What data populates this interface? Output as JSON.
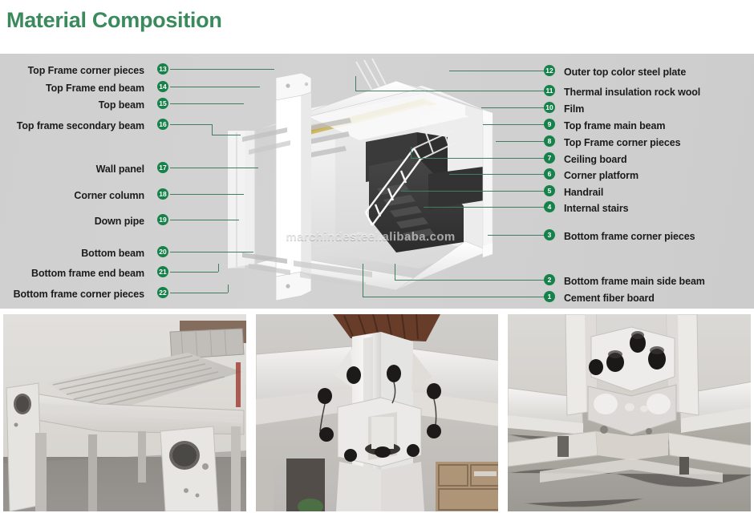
{
  "header": {
    "title": "Material Composition",
    "title_color": "#3a8a5d"
  },
  "diagram": {
    "panel_bg": "#d0d0d0",
    "badge_color": "#17814a",
    "leader_color": "#3f7f5f",
    "watermark": "marchindesteel.alibaba.com",
    "illustration_name": "container-house-cutaway-3d",
    "left_labels": [
      {
        "num": "13",
        "text": "Top Frame corner pieces"
      },
      {
        "num": "14",
        "text": "Top Frame end beam"
      },
      {
        "num": "15",
        "text": "Top beam"
      },
      {
        "num": "16",
        "text": "Top frame secondary beam"
      },
      {
        "num": "17",
        "text": "Wall panel"
      },
      {
        "num": "18",
        "text": "Corner column"
      },
      {
        "num": "19",
        "text": "Down pipe"
      },
      {
        "num": "20",
        "text": "Bottom beam"
      },
      {
        "num": "21",
        "text": "Bottom frame end beam"
      },
      {
        "num": "22",
        "text": "Bottom frame corner pieces"
      }
    ],
    "right_labels": [
      {
        "num": "12",
        "text": "Outer top color steel plate"
      },
      {
        "num": "11",
        "text": "Thermal insulation rock wool"
      },
      {
        "num": "10",
        "text": "Film"
      },
      {
        "num": "9",
        "text": "Top frame main beam"
      },
      {
        "num": "8",
        "text": "Top Frame corner pieces"
      },
      {
        "num": "7",
        "text": "Ceiling board"
      },
      {
        "num": "6",
        "text": "Corner platform"
      },
      {
        "num": "5",
        "text": "Handrail"
      },
      {
        "num": "4",
        "text": "Internal stairs"
      },
      {
        "num": "3",
        "text": "Bottom frame corner pieces"
      },
      {
        "num": "2",
        "text": "Bottom frame main side beam"
      },
      {
        "num": "1",
        "text": "Cement fiber board"
      }
    ]
  },
  "photos": [
    {
      "name": "photo-frame-assembly-floor-panel"
    },
    {
      "name": "photo-corner-column-bolted-joint"
    },
    {
      "name": "photo-bottom-frame-corner-bolts"
    }
  ]
}
